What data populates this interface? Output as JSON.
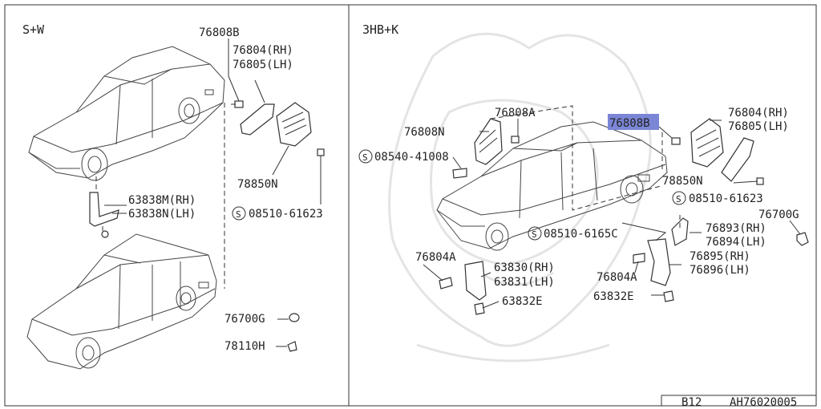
{
  "panels": {
    "left": {
      "title": "S+W",
      "labels": [
        {
          "id": "l1",
          "text": "76808B"
        },
        {
          "id": "l2",
          "text": "76804(RH)"
        },
        {
          "id": "l3",
          "text": "76805(LH)"
        },
        {
          "id": "l4",
          "text": "78850N"
        },
        {
          "id": "l5",
          "text": "08510-61623"
        },
        {
          "id": "l6",
          "text": "63838M(RH)"
        },
        {
          "id": "l7",
          "text": "63838N(LH)"
        },
        {
          "id": "l8",
          "text": "76700G"
        },
        {
          "id": "l9",
          "text": "78110H"
        }
      ]
    },
    "right": {
      "title": "3HB+K",
      "labels": [
        {
          "id": "r1",
          "text": "76808A"
        },
        {
          "id": "r2",
          "text": "76808N"
        },
        {
          "id": "r3",
          "text": "08540-41008"
        },
        {
          "id": "r4",
          "text": "76808B"
        },
        {
          "id": "r5",
          "text": "76804(RH)"
        },
        {
          "id": "r6",
          "text": "76805(LH)"
        },
        {
          "id": "r7",
          "text": "78850N"
        },
        {
          "id": "r8",
          "text": "08510-61623"
        },
        {
          "id": "r9",
          "text": "76700G"
        },
        {
          "id": "r10",
          "text": "76893(RH)"
        },
        {
          "id": "r11",
          "text": "76894(LH)"
        },
        {
          "id": "r12",
          "text": "08510-6165C"
        },
        {
          "id": "r13",
          "text": "76804A"
        },
        {
          "id": "r14",
          "text": "63830(RH)"
        },
        {
          "id": "r15",
          "text": "63831(LH)"
        },
        {
          "id": "r16",
          "text": "63832E"
        },
        {
          "id": "r17",
          "text": "76895(RH)"
        },
        {
          "id": "r18",
          "text": "76896(LH)"
        },
        {
          "id": "r19",
          "text": "76804A"
        },
        {
          "id": "r20",
          "text": "63832E"
        }
      ]
    }
  },
  "footer": {
    "code_left": "B12",
    "code_right": "AH76020005"
  },
  "colors": {
    "highlight": "#7b86d6",
    "line": "#333333"
  }
}
